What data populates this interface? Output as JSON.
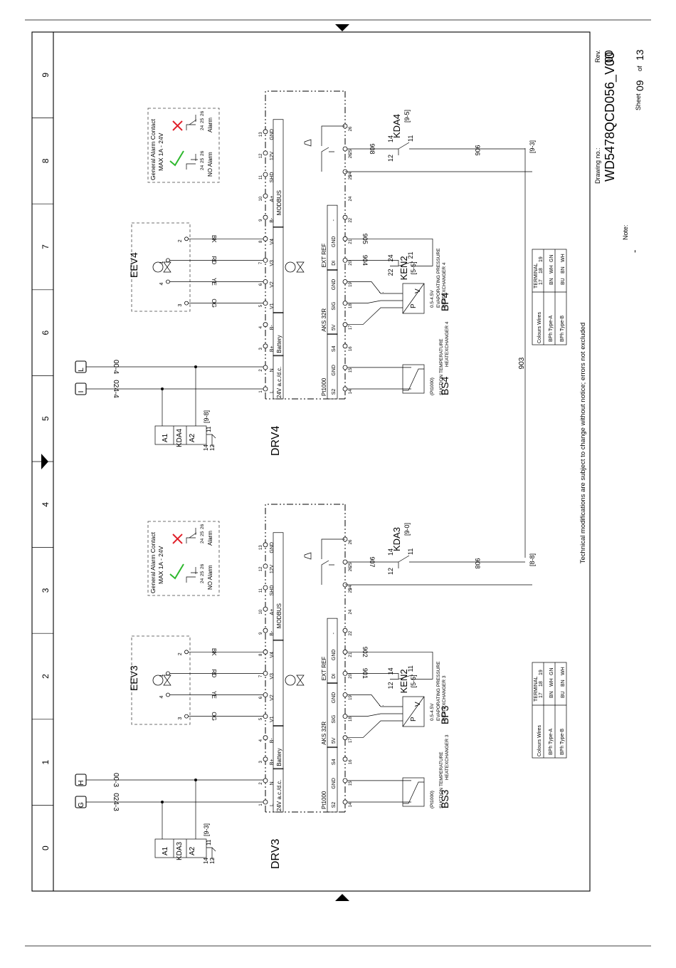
{
  "grid": {
    "columns": [
      "0",
      "1",
      "2",
      "3",
      "4",
      "5",
      "6",
      "7",
      "8",
      "9"
    ]
  },
  "title_block": {
    "disclaimer": "Technical modifications are subject to change without notice; errors not excluded",
    "drawing_no_label": "Drawing no.:",
    "drawing_no": "WD5478QCD056_V00",
    "note_label": "Note:",
    "note_value": "-",
    "rev_label": "Rev.",
    "rev_value": "00",
    "sheet_label": "Sheet",
    "sheet_no": "09",
    "sheet_of": "of",
    "sheet_total": "13"
  },
  "drivers": [
    {
      "name": "DRV3",
      "eev": "EEV3",
      "relay": "KDA3",
      "relay_a1": "A1",
      "relay_a2": "A2",
      "relay_sym_14": "14",
      "relay_sym_11": "11",
      "relay_sym_12": "12",
      "relay_ref": "[9-3]",
      "terminal_l": "G",
      "terminal_n": "H",
      "wire_l": "024-3",
      "wire_n": "00-3",
      "supply_label": "24V a.c./d.c.",
      "battery_label": "Battery",
      "modbus_label": "MODBUS",
      "pt_label": "Pt1000",
      "aks_label": "AKS 32R",
      "ext_label": "EXT REF",
      "pins_top": [
        "L",
        "N",
        "B+",
        "B-",
        "V1",
        "V2",
        "V3",
        "V4",
        "B-",
        "A+",
        "SHD",
        "12V",
        "GND"
      ],
      "pins_top_num": [
        "1",
        "2",
        "3",
        "4",
        "5",
        "6",
        "7",
        "8",
        "9",
        "10",
        "11",
        "12",
        "13"
      ],
      "pins_bot": [
        "S2",
        "GND",
        "S4",
        "5V",
        "SIG",
        "GND",
        "DI",
        "GND",
        "-",
        "",
        "",
        ""
      ],
      "pins_bot_num": [
        "14",
        "15",
        "16",
        "17",
        "18",
        "19",
        "20",
        "21",
        "22",
        "24",
        "25",
        "26"
      ],
      "coil": [
        "OG",
        "YE",
        "RD",
        "BK"
      ],
      "coil_pins": [
        "3",
        "4",
        "1",
        "2"
      ],
      "alarm": {
        "title": "General Alarm Contact",
        "rating": "MAX 1A - 24V",
        "no_alarm": "NO Alarm",
        "alarm": "Alarm",
        "pins": [
          "24",
          "25",
          "26"
        ]
      },
      "bs_name": "BS3",
      "bs_desc": "HEATEXCHANGER 3",
      "bs_desc2": "SUCTION TEMPERATURE",
      "bs_type": "(Pt1000)",
      "bp_name": "BP3",
      "bp_desc": "HEATEXCHANGER 3",
      "bp_desc2": "EVAPORATING PRESSURE",
      "bp_range": "0.5-4.5V",
      "bp_p": "P",
      "bp_v": "V",
      "ken_name": "KEN2",
      "ken_ref": "[5-5]",
      "ken_12": "12",
      "ken_14": "14",
      "ken_11": "11",
      "wire_di": "901",
      "wire_gnd": "902",
      "kda_name": "KDA3",
      "kda_ref": "[9-0]",
      "kda_14": "14",
      "kda_12": "12",
      "kda_11": "11",
      "wire_25": "907",
      "wire_24": "908",
      "ref_24": "[8-8]",
      "colours": {
        "title": "Colours Wires",
        "terminal": "TERMINAL",
        "cols": [
          "17",
          "18",
          "19"
        ],
        "row_a_label": "BPh Type-A",
        "row_a": [
          "BN",
          "WH",
          "GN"
        ],
        "row_b_label": "BPh Type-B",
        "row_b": [
          "BU",
          "BN",
          "WH"
        ]
      }
    },
    {
      "name": "DRV4",
      "eev": "EEV4",
      "relay": "KDA4",
      "relay_a1": "A1",
      "relay_a2": "A2",
      "relay_sym_14": "14",
      "relay_sym_11": "11",
      "relay_sym_12": "12",
      "relay_ref": "[9-8]",
      "terminal_l": "I",
      "terminal_n": "L",
      "wire_l": "024-4",
      "wire_n": "00-4",
      "supply_label": "24V a.c./d.c.",
      "battery_label": "Battery",
      "modbus_label": "MODBUS",
      "pt_label": "Pt1000",
      "aks_label": "AKS 32R",
      "ext_label": "EXT REF",
      "pins_top": [
        "L",
        "N",
        "B+",
        "B-",
        "V1",
        "V2",
        "V3",
        "V4",
        "B-",
        "A+",
        "SHD",
        "12V",
        "GND"
      ],
      "pins_top_num": [
        "1",
        "2",
        "3",
        "4",
        "5",
        "6",
        "7",
        "8",
        "9",
        "10",
        "11",
        "12",
        "13"
      ],
      "pins_bot": [
        "S2",
        "GND",
        "S4",
        "5V",
        "SIG",
        "GND",
        "DI",
        "GND",
        "-",
        "",
        "",
        ""
      ],
      "pins_bot_num": [
        "14",
        "15",
        "16",
        "17",
        "18",
        "19",
        "20",
        "21",
        "22",
        "24",
        "25",
        "26"
      ],
      "coil": [
        "OG",
        "YE",
        "RD",
        "BK"
      ],
      "coil_pins": [
        "3",
        "4",
        "1",
        "2"
      ],
      "alarm": {
        "title": "General Alarm Contact",
        "rating": "MAX 1A - 24V",
        "no_alarm": "NO Alarm",
        "alarm": "Alarm",
        "pins": [
          "24",
          "25",
          "26"
        ]
      },
      "bs_name": "BS4",
      "bs_desc": "HEATEXCHANGER 4",
      "bs_desc2": "SUCTION TEMPERATURE",
      "bs_type": "(Pt1000)",
      "bp_name": "BP4",
      "bp_desc": "HEATEXCHANGER 4",
      "bp_desc2": "EVAPORATING PRESSURE",
      "bp_range": "0.5-4.5V",
      "bp_p": "P",
      "bp_v": "V",
      "ken_name": "KEN2",
      "ken_ref": "[5-5]",
      "ken_12": "22",
      "ken_14": "24",
      "ken_11": "21",
      "wire_di": "904",
      "wire_gnd": "905",
      "kda_name": "KDA4",
      "kda_ref": "[9-5]",
      "kda_14": "14",
      "kda_12": "12",
      "kda_11": "11",
      "wire_25": "908",
      "wire_24": "906",
      "ref_24": "[9-3]",
      "colours": {
        "title": "Colours Wires",
        "terminal": "TERMINAL",
        "cols": [
          "17",
          "18",
          "19"
        ],
        "row_a_label": "BPh Type-A",
        "row_a": [
          "BN",
          "WH",
          "GN"
        ],
        "row_b_label": "BPh Type-B",
        "row_b": [
          "BU",
          "BN",
          "WH"
        ]
      }
    }
  ],
  "cross_wire": "903"
}
